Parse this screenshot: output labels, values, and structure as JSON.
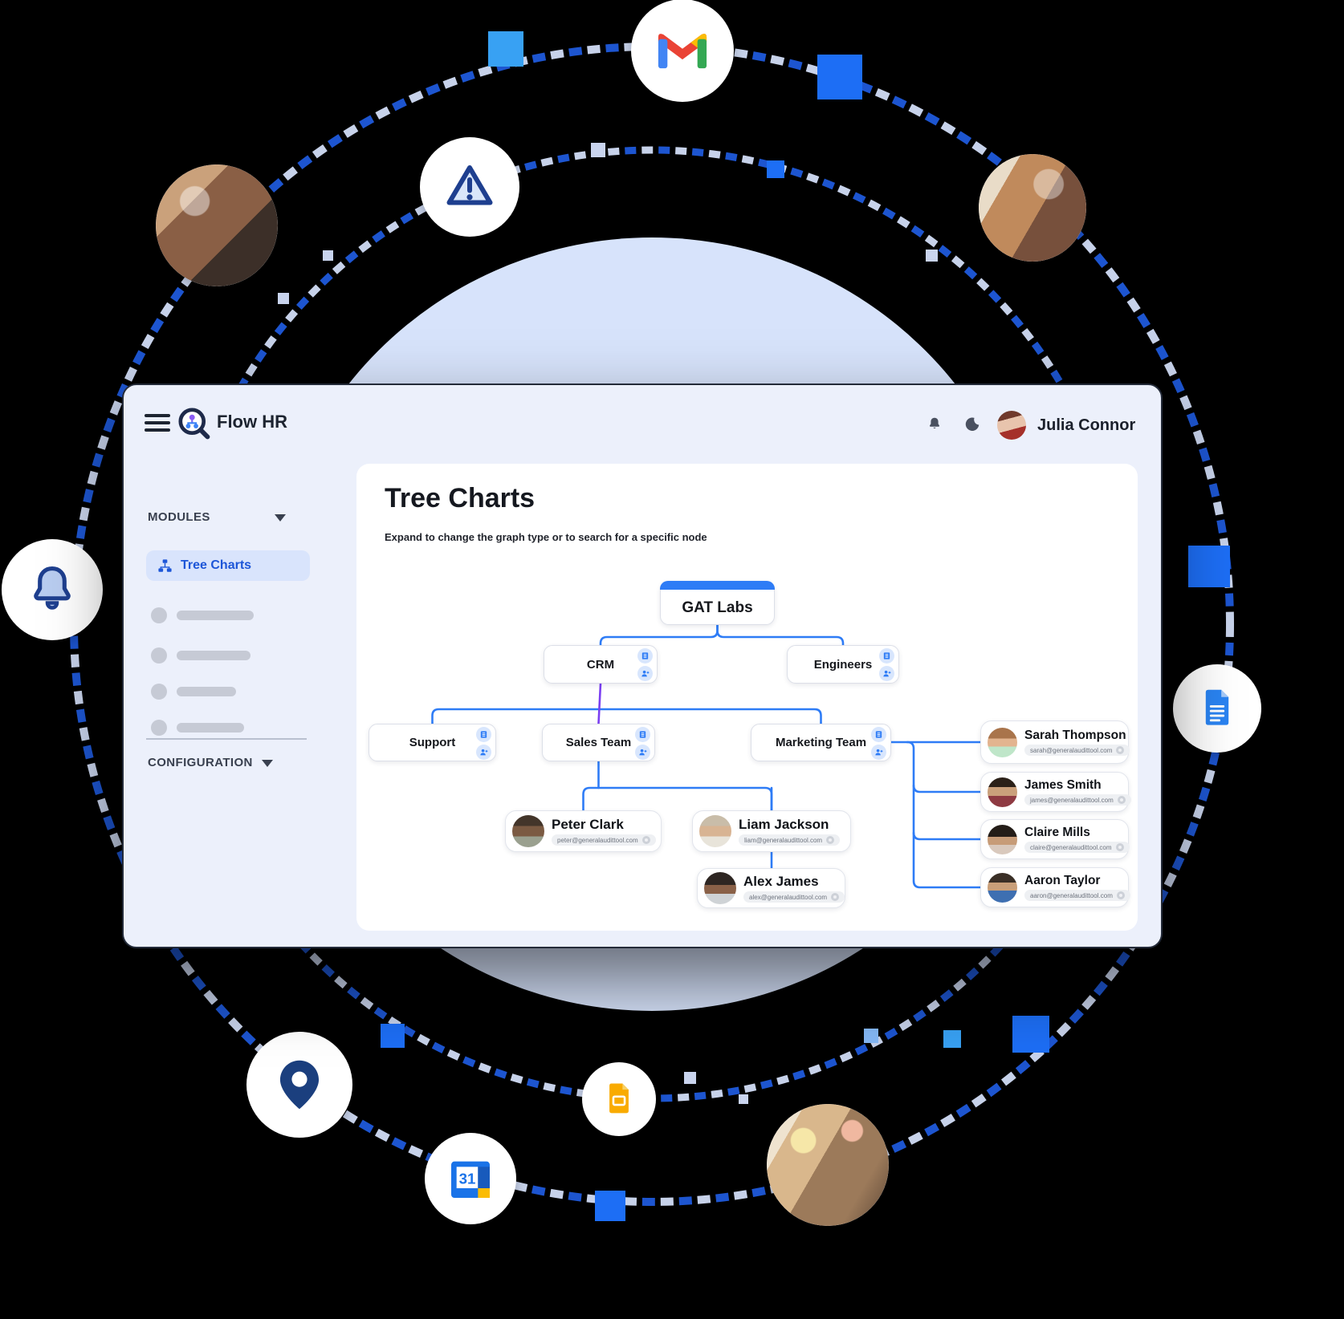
{
  "header": {
    "brand": "Flow HR",
    "user_name": "Julia Connor"
  },
  "sidebar": {
    "modules_label": "MODULES",
    "configuration_label": "CONFIGURATION",
    "active_item": "Tree Charts"
  },
  "page": {
    "title": "Tree Charts",
    "subtitle": "Expand to change the graph type or to search for a specific node"
  },
  "tree": {
    "root": "GAT Labs",
    "teams": [
      {
        "label": "CRM"
      },
      {
        "label": "Engineers"
      },
      {
        "label": "Support"
      },
      {
        "label": "Sales Team"
      },
      {
        "label": "Marketing Team"
      }
    ],
    "people": [
      {
        "name": "Peter Clark",
        "email": "peter@generalaudittool.com"
      },
      {
        "name": "Liam Jackson",
        "email": "liam@generalaudittool.com"
      },
      {
        "name": "Alex James",
        "email": "alex@generalaudittool.com"
      },
      {
        "name": "Sarah Thompson",
        "email": "sarah@generalaudittool.com"
      },
      {
        "name": "James Smith",
        "email": "james@generalaudittool.com"
      },
      {
        "name": "Claire Mills",
        "email": "claire@generalaudittool.com"
      },
      {
        "name": "Aaron Taylor",
        "email": "aaron@generalaudittool.com"
      }
    ]
  },
  "decor": {
    "calendar_day": "31",
    "icons": [
      "gmail-icon",
      "warning-icon",
      "bell-icon",
      "google-docs-icon",
      "map-pin-icon",
      "google-calendar-icon",
      "google-slides-icon"
    ]
  },
  "colors": {
    "connector_blue": "#2e7cf6",
    "connector_purple": "#7b3ff2",
    "square_blue": "#1d6ef5",
    "square_light_blue": "#38a1f3",
    "selected_bg": "#d9e4fc",
    "selected_text": "#1d56d8",
    "window_bg": "#ecf0fb",
    "halo_circle": "#d7e3fb"
  }
}
